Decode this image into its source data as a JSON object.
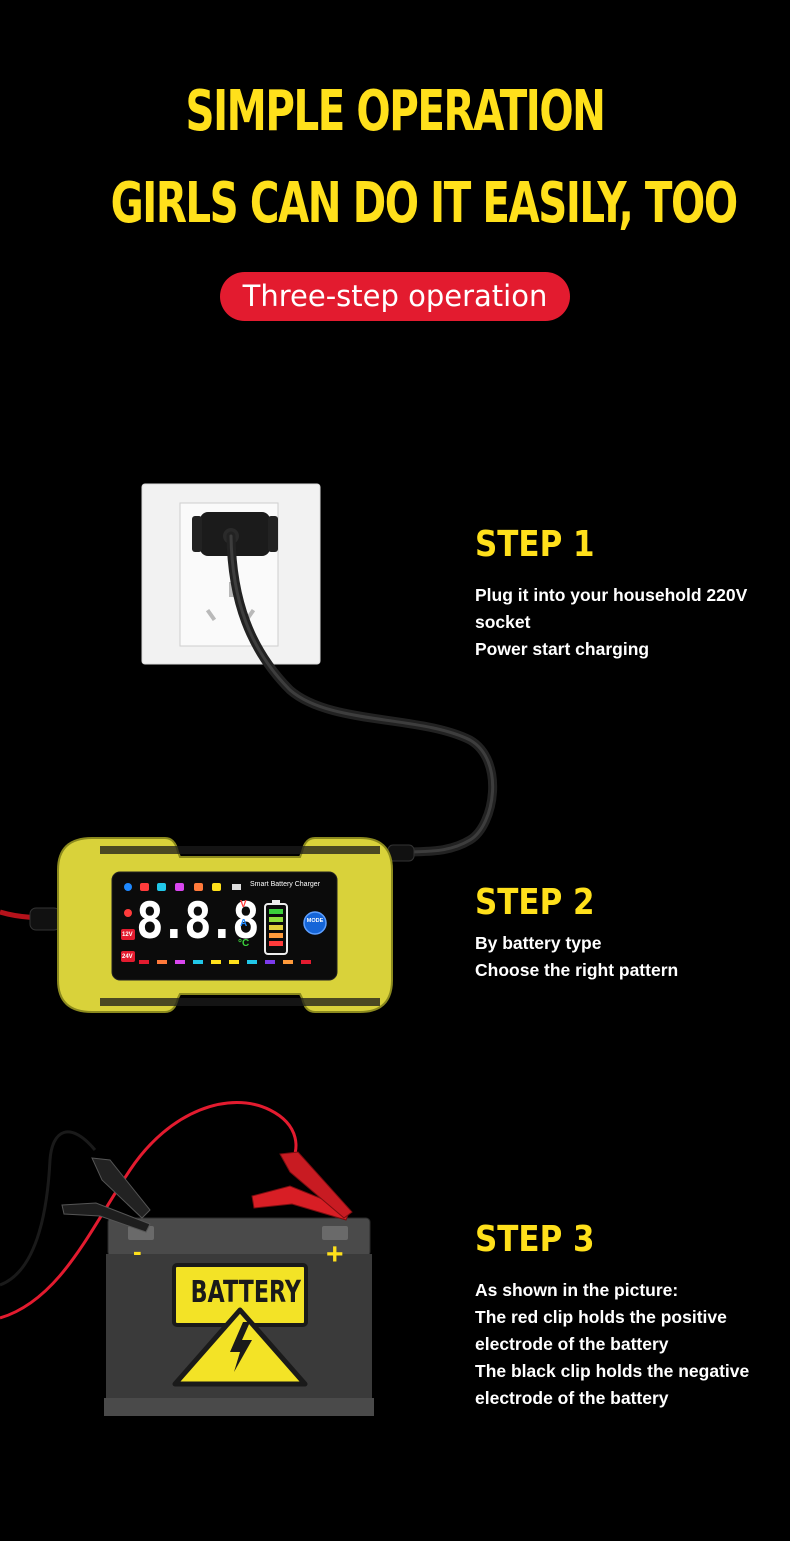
{
  "header": {
    "line1": "SIMPLE OPERATION",
    "line2": "GIRLS CAN DO IT EASILY, TOO",
    "badge": "Three-step operation"
  },
  "steps": [
    {
      "title": "STEP 1",
      "lines": [
        "Plug it into your household 220V",
        "socket",
        "Power start charging"
      ],
      "illustration": "wall-socket-with-plug"
    },
    {
      "title": "STEP 2",
      "lines": [
        "By battery type",
        "Choose the right pattern"
      ],
      "illustration": "smart-charger-display"
    },
    {
      "title": "STEP 3",
      "lines": [
        "As shown in the picture:",
        "The red clip holds the positive",
        "electrode of the battery",
        "The black clip holds the negative",
        "electrode of the battery"
      ],
      "illustration": "battery-with-clips"
    }
  ],
  "charger": {
    "brand_text": "Smart Battery Charger",
    "display_digits": "8.8.8",
    "mode_label": "MODE",
    "voltage_12": "12V",
    "voltage_24": "24V",
    "unit_v": "V",
    "unit_a": "A",
    "unit_c": "°C"
  },
  "battery": {
    "label": "BATTERY",
    "negative": "-",
    "positive": "+"
  },
  "colors": {
    "background": "#000000",
    "headline": "#ffe01b",
    "badge": "#e31b2f",
    "charger_body": "#d9d23a",
    "battery_body": "#3a3a3a"
  }
}
